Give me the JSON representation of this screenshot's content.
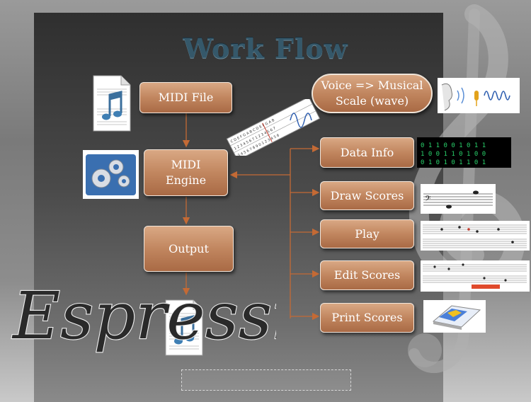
{
  "title": "Work Flow",
  "brand": "Espressivo",
  "footer_text": "",
  "nodes": {
    "midi_file": "MIDI File",
    "midi_engine_line1": "MIDI",
    "midi_engine_line2": "Engine",
    "output": "Output",
    "voice_line1": "Voice => Musical",
    "voice_line2": "Scale (wave)",
    "data_info": "Data Info",
    "draw_scores": "Draw Scores",
    "play": "Play",
    "edit_scores": "Edit Scores",
    "print_scores": "Print Scores"
  },
  "thumbnails": {
    "midi_file_icon": "music-file-icon",
    "engine_icon": "gears-icon",
    "output_icon": "music-file-icon",
    "voice_icon": "sound-wave-icon",
    "data_icon": "binary-data-icon",
    "draw_icon": "staff-icon",
    "play_icon": "sheet-music-icon",
    "edit_icon": "score-editor-icon",
    "print_icon": "printer-paper-icon",
    "scale_strip_icon": "scale-table-icon"
  },
  "colors": {
    "box_fill": "#c1865f",
    "box_border": "#f1e6dc",
    "arrow": "#c46a35",
    "title": "#35586a"
  }
}
